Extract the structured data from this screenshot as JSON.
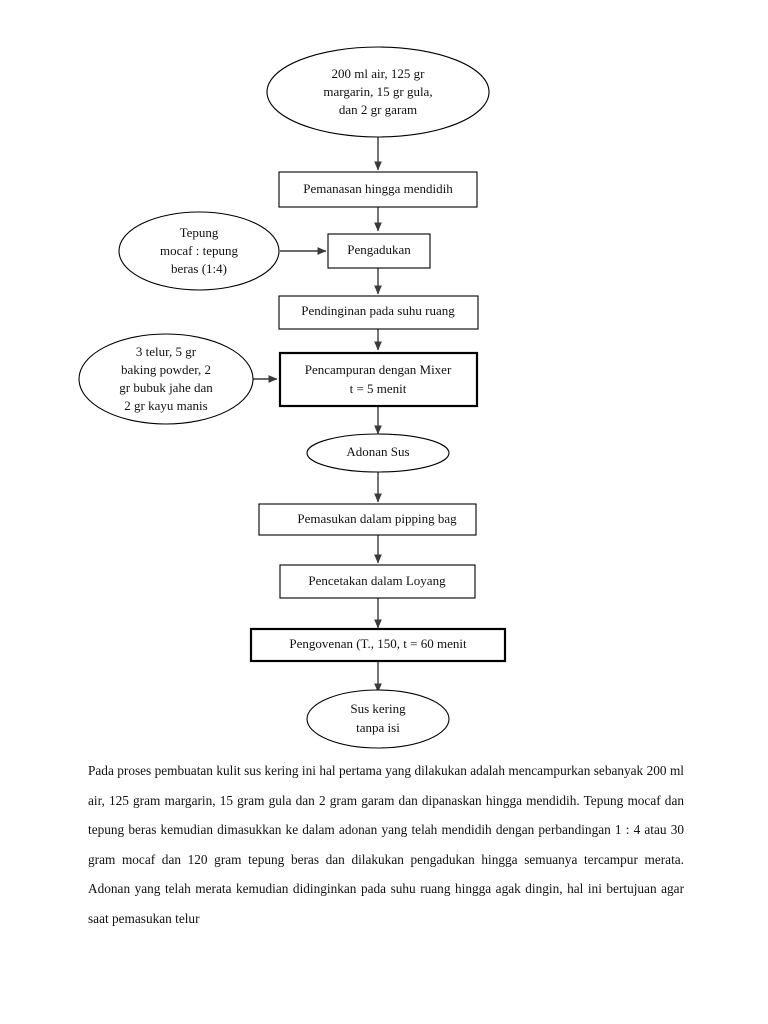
{
  "document": {
    "type": "process-flowchart",
    "subject": "Pembuatan kulit sus kering"
  },
  "flowchart": {
    "nodes": [
      {
        "id": "bahan-awal",
        "shape": "ellipse",
        "role": "start-terminator",
        "lines": [
          "200 ml air, 125 gr",
          "margarin, 15 gr gula,",
          "dan 2 gr garam"
        ]
      },
      {
        "id": "pemanasan",
        "shape": "rectangle",
        "role": "process",
        "lines": [
          "Pemanasan hingga mendidih"
        ]
      },
      {
        "id": "tepung-input",
        "shape": "ellipse",
        "role": "input",
        "lines": [
          "Tepung",
          "mocaf : tepung",
          "beras (1:4)"
        ]
      },
      {
        "id": "pengadukan",
        "shape": "rectangle",
        "role": "process",
        "lines": [
          "Pengadukan"
        ]
      },
      {
        "id": "pendinginan",
        "shape": "rectangle",
        "role": "process",
        "lines": [
          "Pendinginan pada suhu ruang"
        ]
      },
      {
        "id": "bahan-tambahan",
        "shape": "ellipse",
        "role": "input",
        "lines": [
          "3 telur, 5 gr",
          "baking powder, 2",
          "gr bubuk jahe dan",
          "2 gr kayu manis"
        ]
      },
      {
        "id": "pencampuran-mixer",
        "shape": "rectangle",
        "role": "process",
        "lines": [
          "Pencampuran dengan Mixer",
          "t = 5 menit"
        ]
      },
      {
        "id": "adonan-sus",
        "shape": "ellipse",
        "role": "intermediate-product",
        "lines": [
          "Adonan Sus"
        ]
      },
      {
        "id": "pemasukan-pipping-bag",
        "shape": "rectangle",
        "role": "process",
        "lines": [
          "Pemasukan dalam pipping bag"
        ]
      },
      {
        "id": "pencetakan-loyang",
        "shape": "rectangle",
        "role": "process",
        "lines": [
          "Pencetakan dalam Loyang"
        ]
      },
      {
        "id": "pengovenan",
        "shape": "rectangle",
        "role": "process",
        "lines": [
          "Pengovenan (T., 150, t = 60 menit"
        ]
      },
      {
        "id": "sus-kering",
        "shape": "ellipse",
        "role": "end-terminator",
        "lines": [
          "Sus kering",
          "tanpa isi"
        ]
      }
    ]
  },
  "paragraph": {
    "text": "Pada proses pembuatan kulit sus kering ini hal pertama yang dilakukan adalah mencampurkan sebanyak 200 ml air, 125 gram margarin, 15 gram gula dan 2 gram garam dan dipanaskan hingga mendidih. Tepung mocaf dan tepung beras kemudian dimasukkan ke dalam adonan yang telah mendidih dengan perbandingan 1 : 4 atau 30 gram mocaf dan 120 gram tepung beras dan dilakukan pengadukan hingga semuanya tercampur merata. Adonan yang telah merata kemudian didinginkan pada suhu ruang hingga agak dingin, hal ini bertujuan agar saat pemasukan telur"
  },
  "colors": {
    "stroke": "#000000",
    "connector": "#3a3a3a",
    "text": "#111111",
    "background": "#ffffff"
  }
}
